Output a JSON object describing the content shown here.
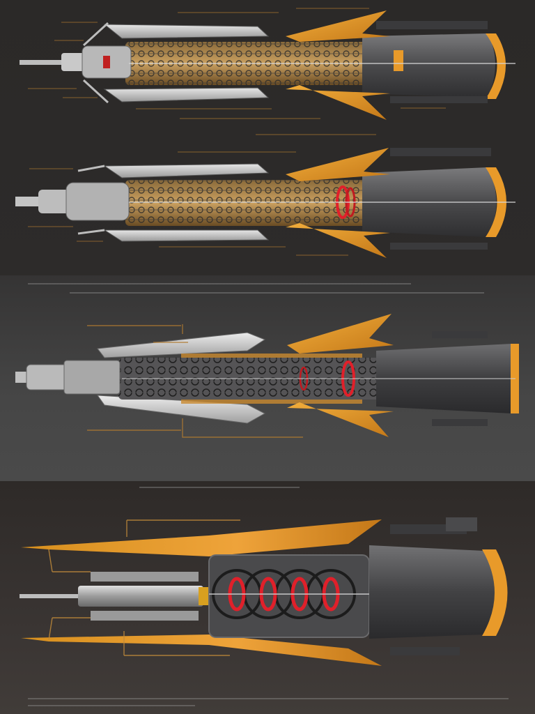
{
  "figure": {
    "description_panels": [
      "top-pair",
      "middle",
      "bottom"
    ],
    "colors": {
      "hull_dark": "#4a4a4c",
      "hull_mid": "#6a6a6c",
      "fin_orange": "#e89a2a",
      "fin_orange_dark": "#b86e14",
      "plate_silver": "#c8c8c8",
      "glow_red": "#e0202a",
      "annotation": "#c08a3a"
    }
  }
}
